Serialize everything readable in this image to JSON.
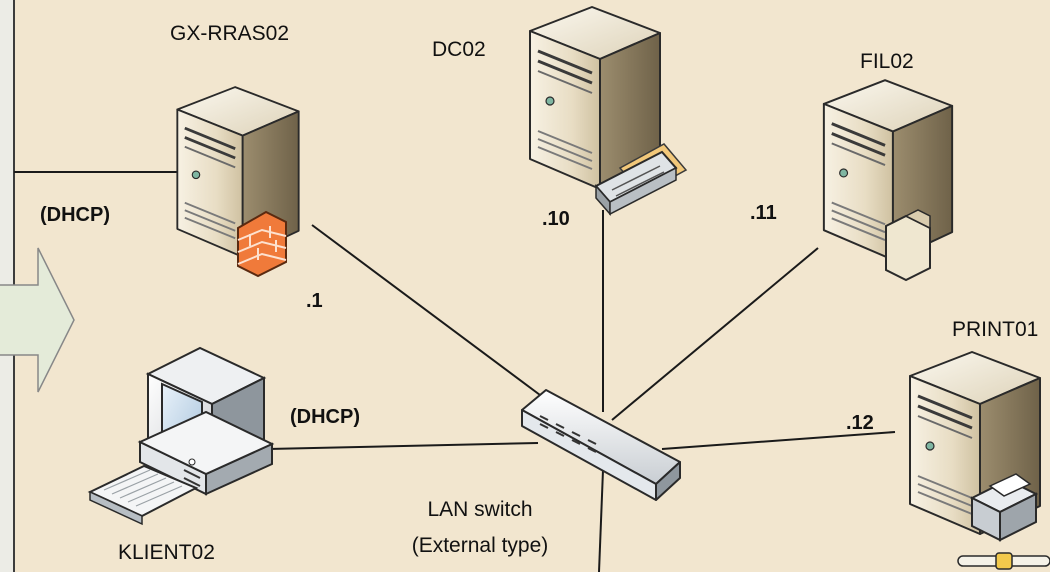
{
  "nodes": {
    "router": {
      "name": "GX-RRAS02",
      "external_ip": "(DHCP)",
      "ip": ".1"
    },
    "dc": {
      "name": "DC02",
      "ip": ".10"
    },
    "file": {
      "name": "FIL02",
      "ip": ".11"
    },
    "print": {
      "name": "PRINT01",
      "ip": ".12"
    },
    "client": {
      "name": "KLIENT02",
      "ip": "(DHCP)"
    },
    "switch": {
      "name_line1": "LAN switch",
      "name_line2": "(External type)"
    }
  },
  "colors": {
    "background": "#f2e6cf",
    "left_panel": "#ecece6",
    "arrow_fill": "#e4ebd9",
    "line": "#1a1a1a"
  }
}
